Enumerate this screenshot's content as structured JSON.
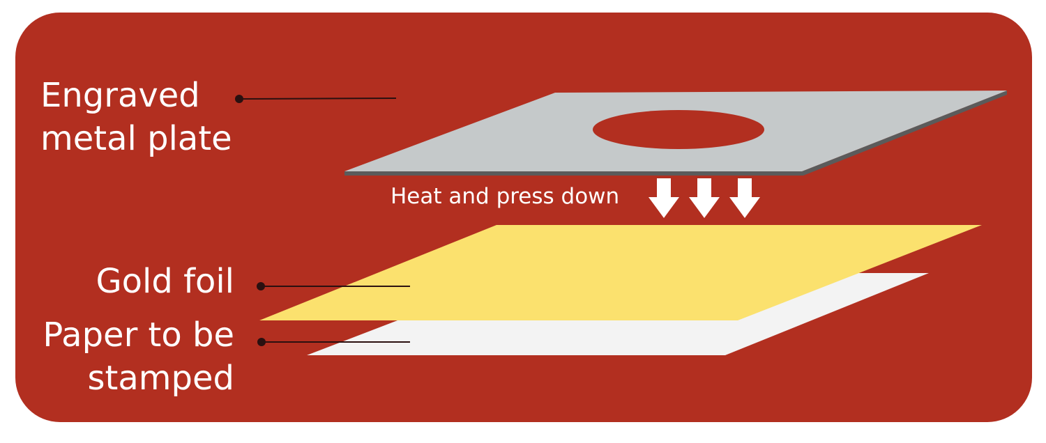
{
  "labels": {
    "plate": [
      "Engraved",
      "metal plate"
    ],
    "foil": [
      "Gold foil"
    ],
    "paper": [
      "Paper to be",
      "stamped"
    ]
  },
  "caption": "Heat and press down",
  "colors": {
    "background": "#b22f20",
    "plate": "#c5c9ca",
    "plate_edge": "#5b5b5b",
    "engraving": "#b22f20",
    "foil": "#fbe16e",
    "paper": "#f3f3f3",
    "arrow": "#ffffff",
    "leader": "#2a1010"
  },
  "icons": {
    "arrows": "down-arrow-icon"
  }
}
